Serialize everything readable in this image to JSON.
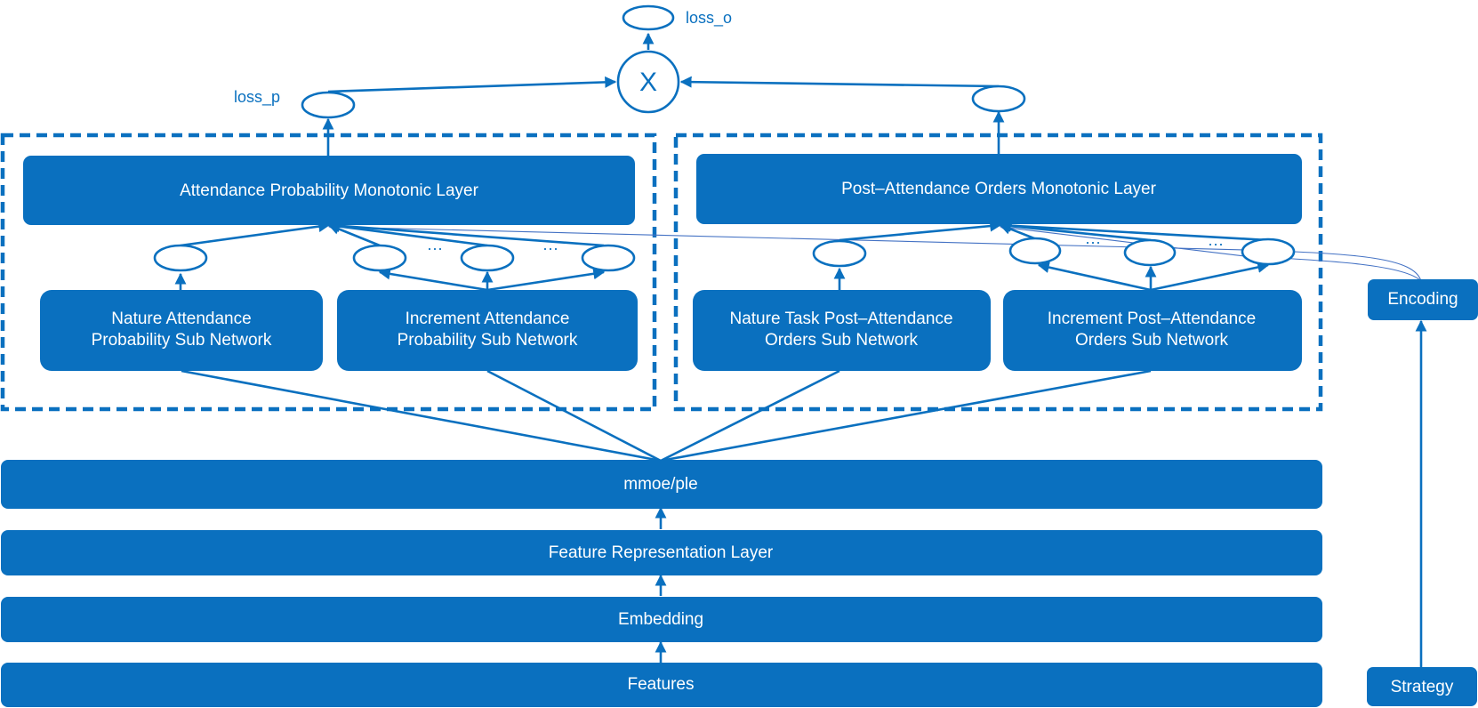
{
  "layers": {
    "features": "Features",
    "embedding": "Embedding",
    "feature_representation": "Feature Representation Layer",
    "mmoe": "mmoe/ple"
  },
  "side": {
    "strategy": "Strategy",
    "encoding": "Encoding"
  },
  "left_group": {
    "monotonic_layer": "Attendance Probability Monotonic Layer",
    "nature_sub_line1": "Nature Attendance",
    "nature_sub_line2": "Probability Sub Network",
    "increment_sub_line1": "Increment Attendance",
    "increment_sub_line2": "Probability Sub Network",
    "ellipsis": "···"
  },
  "right_group": {
    "monotonic_layer": "Post–Attendance Orders Monotonic Layer",
    "nature_sub_line1": "Nature Task Post–Attendance",
    "nature_sub_line2": "Orders Sub Network",
    "increment_sub_line1": "Increment Post–Attendance",
    "increment_sub_line2": "Orders Sub Network",
    "ellipsis": "···"
  },
  "outputs": {
    "loss_p": "loss_p",
    "loss_o": "loss_o",
    "multiply": "X"
  },
  "colors": {
    "primary": "#0a70bf",
    "encoding_line": "#4472c4"
  }
}
